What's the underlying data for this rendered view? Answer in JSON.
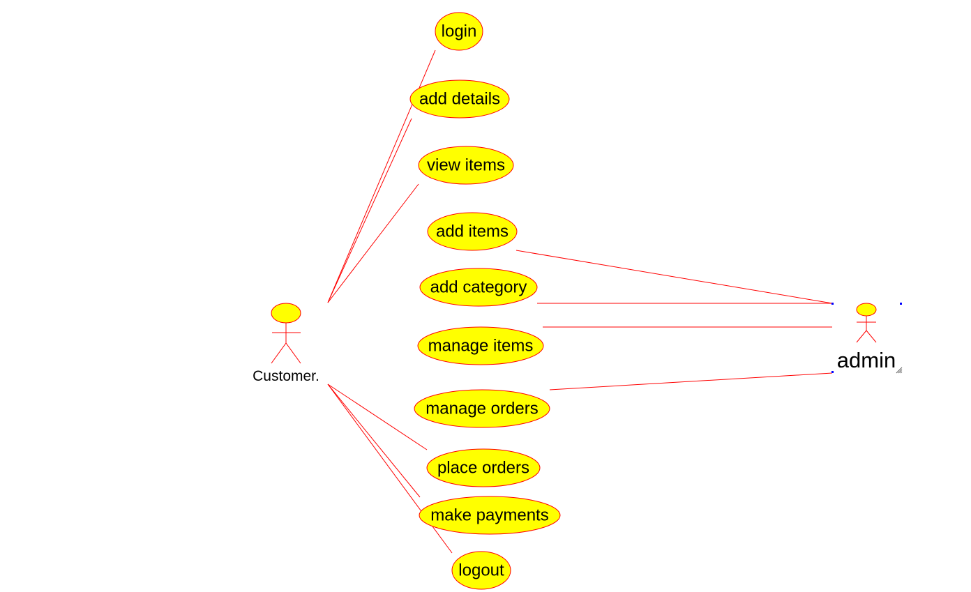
{
  "diagram": {
    "type": "use-case",
    "colors": {
      "stroke": "#ff0000",
      "fill": "#ffff00",
      "text": "#000000",
      "handle": "#0000ff"
    },
    "actors": [
      {
        "id": "customer",
        "label": "Customer."
      },
      {
        "id": "admin",
        "label": "admin"
      }
    ],
    "use_cases": [
      {
        "id": "login",
        "label": "login"
      },
      {
        "id": "add-details",
        "label": "add details"
      },
      {
        "id": "view-items",
        "label": "view items"
      },
      {
        "id": "add-items",
        "label": "add items"
      },
      {
        "id": "add-category",
        "label": "add category"
      },
      {
        "id": "manage-items",
        "label": "manage items"
      },
      {
        "id": "manage-orders",
        "label": "manage orders"
      },
      {
        "id": "place-orders",
        "label": "place orders"
      },
      {
        "id": "make-payments",
        "label": "make payments"
      },
      {
        "id": "logout",
        "label": "logout"
      }
    ],
    "associations": [
      {
        "actor": "customer",
        "use_case": "login"
      },
      {
        "actor": "customer",
        "use_case": "add-details"
      },
      {
        "actor": "customer",
        "use_case": "view-items"
      },
      {
        "actor": "customer",
        "use_case": "place-orders"
      },
      {
        "actor": "customer",
        "use_case": "make-payments"
      },
      {
        "actor": "customer",
        "use_case": "logout"
      },
      {
        "actor": "admin",
        "use_case": "add-items"
      },
      {
        "actor": "admin",
        "use_case": "add-category"
      },
      {
        "actor": "admin",
        "use_case": "manage-items"
      },
      {
        "actor": "admin",
        "use_case": "manage-orders"
      }
    ]
  }
}
